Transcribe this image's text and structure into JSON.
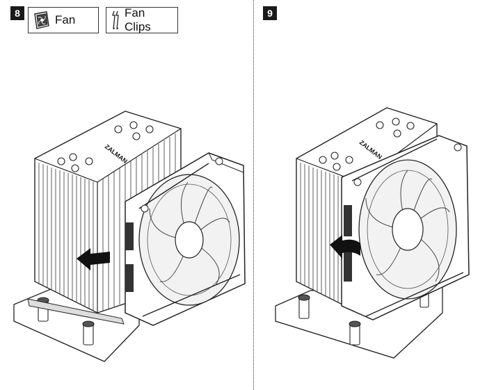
{
  "steps": [
    {
      "number": "8",
      "parts": [
        {
          "label": "Fan",
          "icon": "fan-icon"
        },
        {
          "label": "Fan Clips",
          "icon": "fan-clip-icon"
        }
      ],
      "arrow_direction": "left",
      "brand_mark": "ZALMAN"
    },
    {
      "number": "9",
      "arrow_direction": "curved-left",
      "brand_mark": "ZALMAN"
    }
  ],
  "colors": {
    "line": "#1f1f1f",
    "fill": "#ffffff",
    "shade": "#e6e6e6",
    "badge": "#1a1a1a"
  }
}
